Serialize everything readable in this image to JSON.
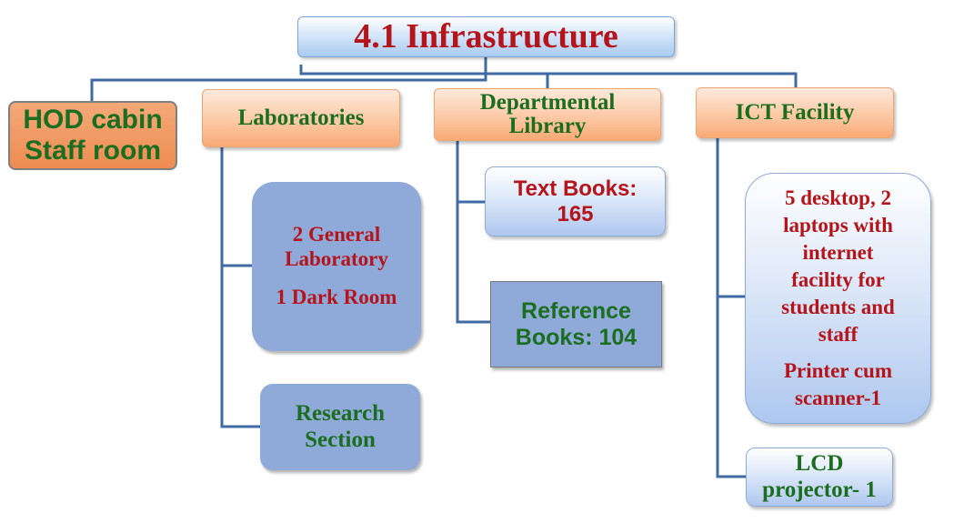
{
  "title": "4.1 Infrastructure",
  "hod": {
    "line1": "HOD cabin",
    "line2": "Staff room"
  },
  "laboratories": {
    "label": "Laboratories",
    "general": {
      "line1": "2 General",
      "line2": "Laboratory",
      "line3": "1 Dark Room"
    },
    "research": {
      "line1": "Research",
      "line2": "Section"
    }
  },
  "library": {
    "line1": "Departmental",
    "line2": "Library",
    "text_books": {
      "line1": "Text Books:",
      "line2": "165"
    },
    "reference_books": {
      "line1": "Reference",
      "line2": "Books: 104"
    }
  },
  "ict": {
    "label": "ICT Facility",
    "computers": {
      "lines": [
        "5 desktop, 2",
        "laptops with",
        "internet",
        "facility for",
        "students and",
        "staff"
      ],
      "printer_line1": "Printer cum",
      "printer_line2": "scanner-1"
    },
    "lcd": {
      "line1": "LCD",
      "line2": "projector- 1"
    }
  },
  "colors": {
    "title_text": "#b4141a",
    "green_text": "#1b6e1f",
    "connector": "#3f6aa3",
    "orange_box": "#fcc6a0",
    "slate_box": "#8fa9d9"
  }
}
